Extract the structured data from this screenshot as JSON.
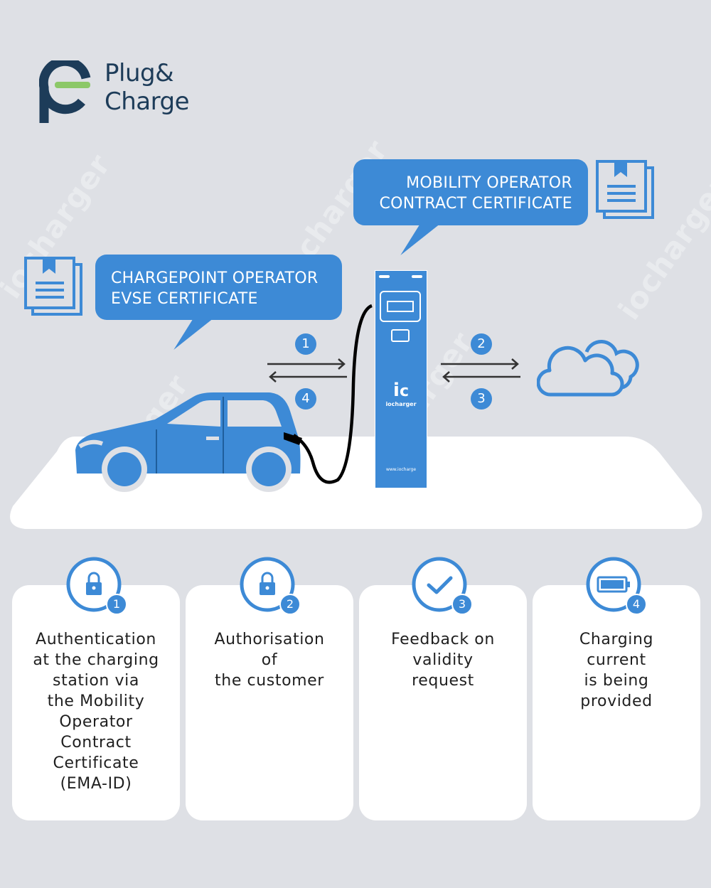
{
  "logo": {
    "line1": "Plug&",
    "line2": "Charge"
  },
  "watermark_text": "iocharger",
  "bubbles": {
    "cpo": {
      "line1": "CHARGEPOINT OPERATOR",
      "line2": "EVSE CERTIFICATE"
    },
    "mo": {
      "line1": "MOBILITY OPERATOR",
      "line2": "CONTRACT CERTIFICATE"
    }
  },
  "steps": {
    "s1": "1",
    "s2": "2",
    "s3": "3",
    "s4": "4"
  },
  "charger": {
    "brand": "iocharger",
    "url": "www.iocharge"
  },
  "cards": [
    {
      "num": "1",
      "text": "Authentication\nat the charging\nstation via\nthe Mobility\nOperator\nContract\nCertificate\n(EMA-ID)",
      "icon": "lock-icon"
    },
    {
      "num": "2",
      "text": "Authorisation\nof\nthe customer",
      "icon": "lock-icon"
    },
    {
      "num": "3",
      "text": "Feedback on\nvalidity\nrequest",
      "icon": "checkmark-icon"
    },
    {
      "num": "4",
      "text": "Charging\ncurrent\nis being\nprovided",
      "icon": "battery-icon"
    }
  ],
  "colors": {
    "blue": "#3d8ad6",
    "navy": "#1d3c59",
    "green": "#8cc868",
    "background": "#dee0e5"
  }
}
